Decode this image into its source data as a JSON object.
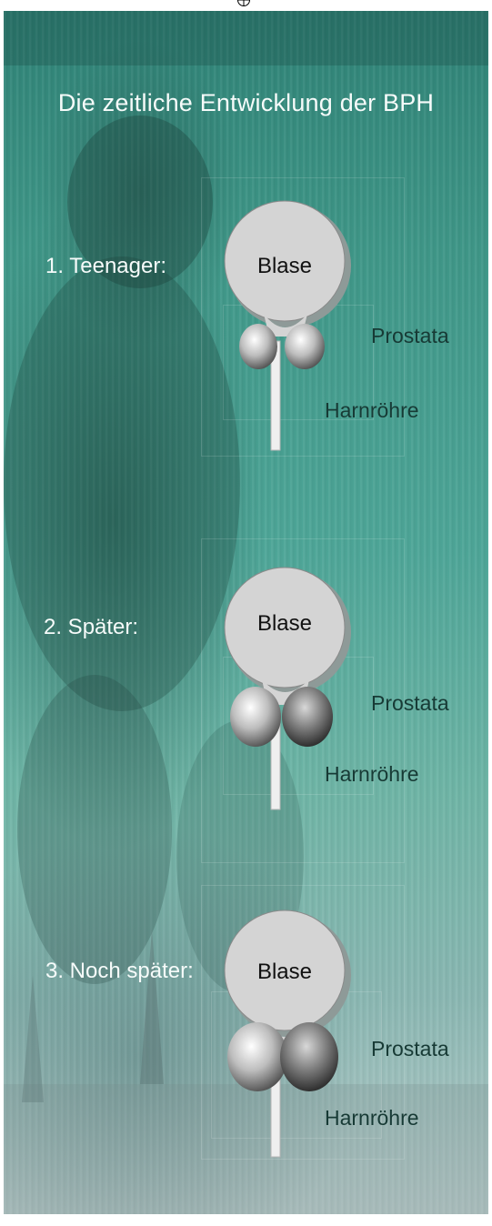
{
  "title": "Die zeitliche Entwicklung der BPH",
  "stages": [
    {
      "stage_label": "1. Teenager:",
      "bladder_label": "Blase",
      "prostate_label": "Prostata",
      "urethra_label": "Harnröhre"
    },
    {
      "stage_label": "2. Später:",
      "bladder_label": "Blase",
      "prostate_label": "Prostata",
      "urethra_label": "Harnröhre"
    },
    {
      "stage_label": "3. Noch später:",
      "bladder_label": "Blase",
      "prostate_label": "Prostata",
      "urethra_label": "Harnröhre"
    }
  ],
  "colors": {
    "background_top": "#2f8276",
    "background_bottom": "#b9cccb",
    "bladder_fill": "#d4d4d4",
    "text_light": "#f6fbfa",
    "text_dark": "#173a35"
  }
}
